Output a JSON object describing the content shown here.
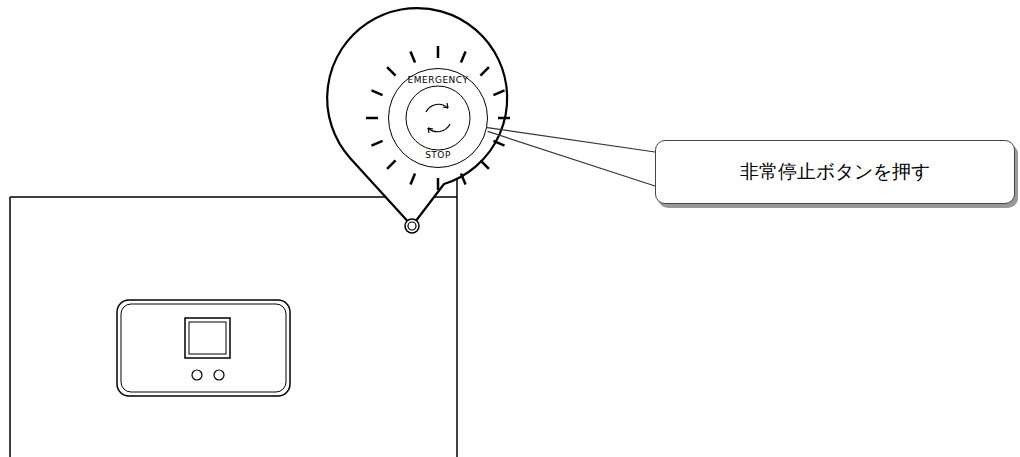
{
  "diagram": {
    "nodes": [
      {
        "text": [
          "EMERGENCY",
          "STOP"
        ]
      },
      {
        "text": [
          "非常停止ボタンを押す"
        ]
      }
    ],
    "edges": [
      {
        "from": 0,
        "to": 1,
        "arrow": "none"
      }
    ]
  }
}
